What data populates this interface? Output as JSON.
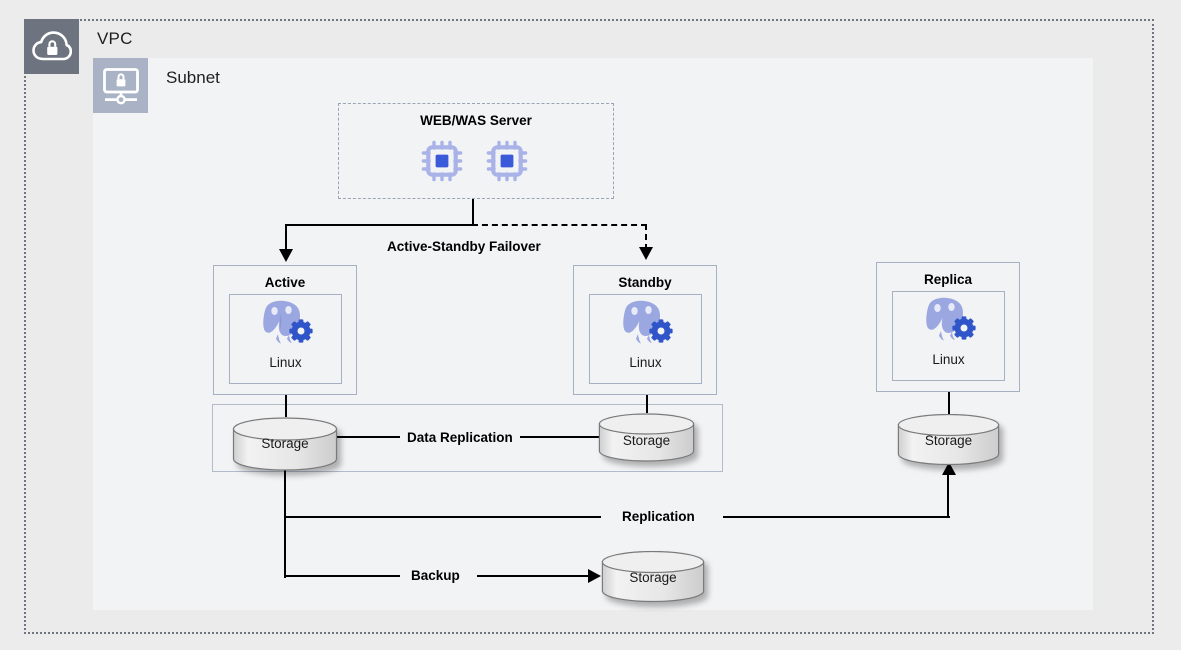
{
  "vpc": {
    "label": "VPC",
    "icon": "cloud-lock-icon",
    "icon_color": "#6e747f",
    "border_color": "#6f7580",
    "background": "#ebebeb"
  },
  "subnet": {
    "label": "Subnet",
    "icon": "subnet-monitor-lock-icon",
    "icon_color": "#aab3c6",
    "background": "#f2f3f5"
  },
  "web_was": {
    "title": "WEB/WAS Server",
    "servers": [
      {
        "icon": "cpu-chip-icon"
      },
      {
        "icon": "cpu-chip-icon"
      }
    ],
    "border_style": "dashed",
    "border_color": "#9aa3b8"
  },
  "nodes": [
    {
      "title": "Active",
      "os": "Linux",
      "icon": "postgresql-gear-icon",
      "storage": {
        "label": "Storage"
      }
    },
    {
      "title": "Standby",
      "os": "Linux",
      "icon": "postgresql-gear-icon",
      "storage": {
        "label": "Storage"
      }
    },
    {
      "title": "Replica",
      "os": "Linux",
      "icon": "postgresql-gear-icon",
      "storage": {
        "label": "Storage"
      }
    }
  ],
  "backup_storage": {
    "label": "Storage"
  },
  "edges": [
    {
      "label": "Active-Standby Failover",
      "style": "solid-and-dashed"
    },
    {
      "label": "Data Replication",
      "style": "solid"
    },
    {
      "label": "Replication",
      "style": "solid"
    },
    {
      "label": "Backup",
      "style": "solid"
    }
  ],
  "colors": {
    "postgres_elephant": "#9ba7e0",
    "postgres_gear": "#3055c8",
    "cpu_body": "#aab3e8",
    "cpu_core": "#3a5ad9",
    "line": "#000000",
    "node_border": "#a8b0c4",
    "group_border": "#b3bacc",
    "cylinder_fill": "#e8e8e8"
  }
}
